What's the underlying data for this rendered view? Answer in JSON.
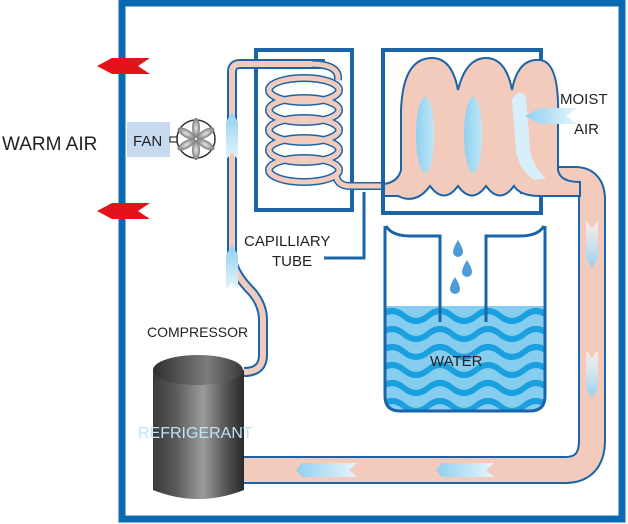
{
  "title": "Refrigerant dehumidifier diagram",
  "labels": {
    "warm_air": "WARM AIR",
    "fan": "FAN",
    "capillary_line1": "CAPILLIARY",
    "capillary_line2": "TUBE",
    "moist_line1": "MOIST",
    "moist_line2": "AIR",
    "compressor": "COMPRESSOR",
    "refrigerant": "REFRIGERANT",
    "water": "WATER"
  },
  "components": [
    {
      "id": "fan",
      "icon": "fan-icon"
    },
    {
      "id": "condenser-coil",
      "icon": "coil-icon"
    },
    {
      "id": "evaporator-coil",
      "icon": "coil-icon"
    },
    {
      "id": "compressor",
      "icon": "cylinder-icon"
    },
    {
      "id": "water-tank",
      "icon": "tank-icon"
    }
  ],
  "colors": {
    "frame": "#0a69b1",
    "pipe_fill": "#f2cbbd",
    "pipe_outline": "#1b64a8",
    "warm_arrow": "#e3131b",
    "cool_arrow": "#8fd0f0",
    "water": "#86cdef",
    "water_wave": "#1aa0df",
    "fan_box": "#c7daf0",
    "refrigerant_text": "#bfe3f5"
  }
}
